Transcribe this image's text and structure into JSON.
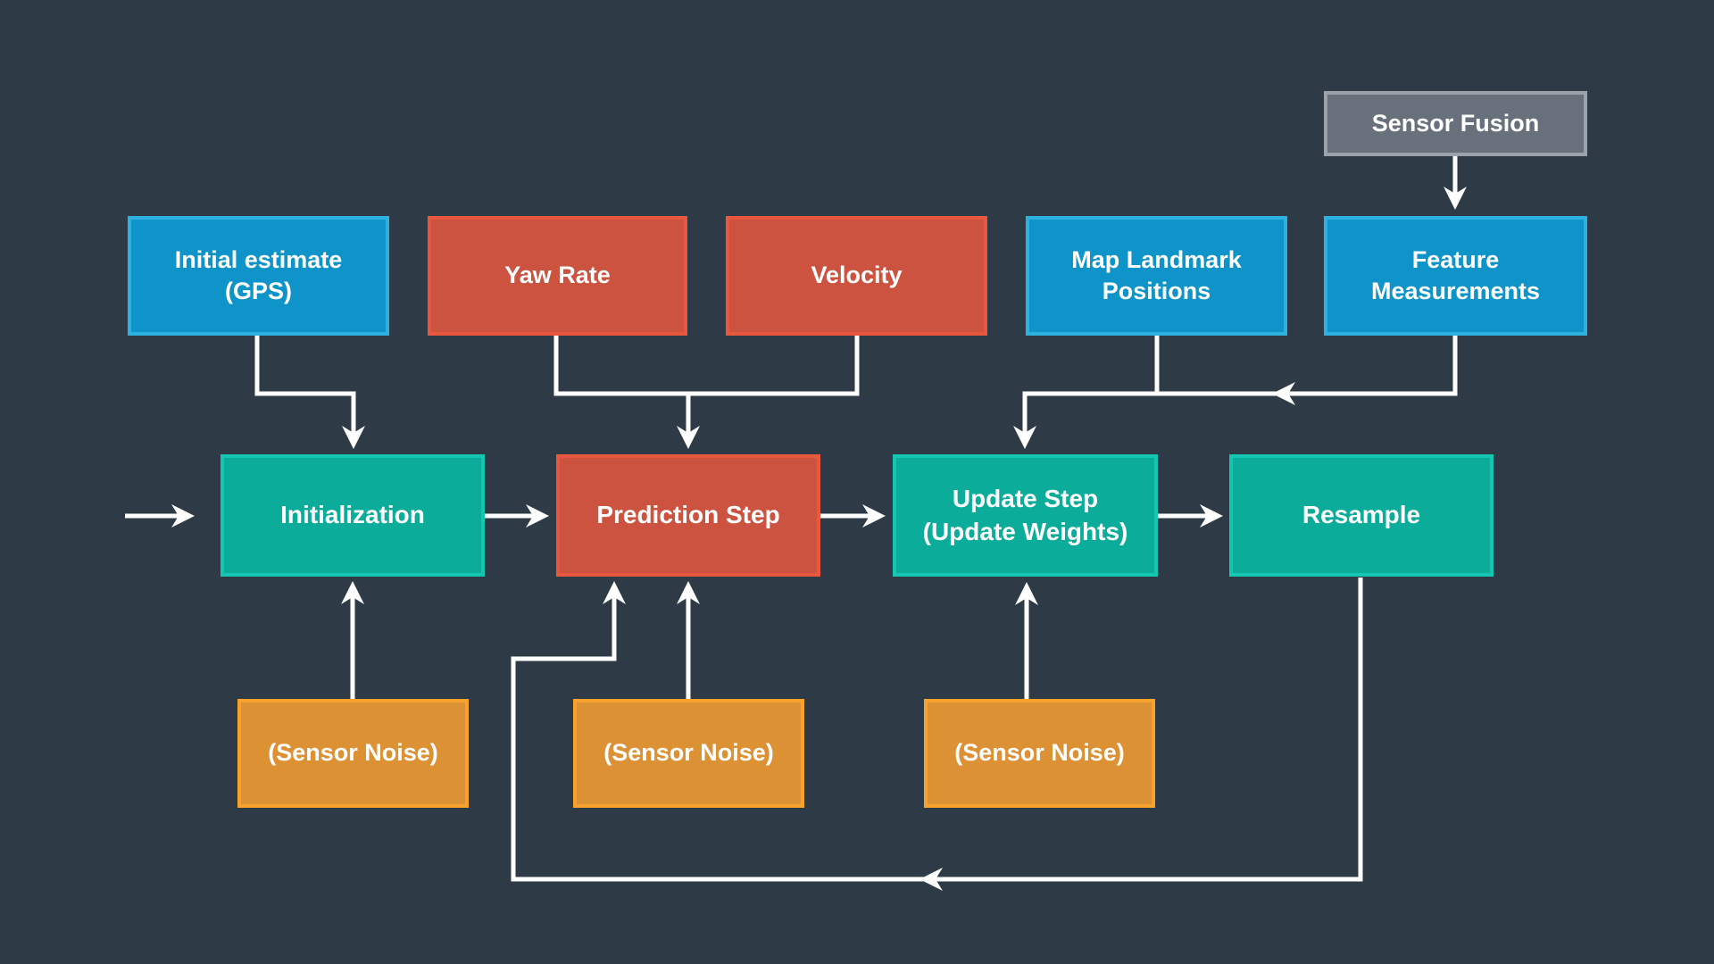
{
  "diagram_title": "Particle filter sensor fusion flowchart",
  "palette": {
    "background": "#2E3B47",
    "blue_fill": "#0E94C8",
    "blue_border": "#2CB1E1",
    "red_fill": "#CB5340",
    "red_border": "#E9573E",
    "teal_fill": "#0CAC9B",
    "teal_border": "#14C7B2",
    "orange_fill": "#DC9134",
    "orange_border": "#F6A22C",
    "gray_fill": "#68717B",
    "gray_border": "#9BA2A9",
    "arrow_color": "#FFFFFF",
    "text_color": "#FFFFFF"
  },
  "nodes": {
    "sensor_fusion": {
      "label": "Sensor Fusion"
    },
    "initial_estimate": {
      "label": "Initial estimate\n(GPS)"
    },
    "yaw_rate": {
      "label": "Yaw Rate"
    },
    "velocity": {
      "label": "Velocity"
    },
    "map_landmarks": {
      "label": "Map Landmark\nPositions"
    },
    "feature_measurements": {
      "label": "Feature\nMeasurements"
    },
    "initialization": {
      "label": "Initialization"
    },
    "prediction_step": {
      "label": "Prediction Step"
    },
    "update_step": {
      "label": "Update Step\n(Update Weights)"
    },
    "resample": {
      "label": "Resample"
    },
    "sensor_noise_1": {
      "label": "(Sensor Noise)"
    },
    "sensor_noise_2": {
      "label": "(Sensor Noise)"
    },
    "sensor_noise_3": {
      "label": "(Sensor Noise)"
    }
  }
}
